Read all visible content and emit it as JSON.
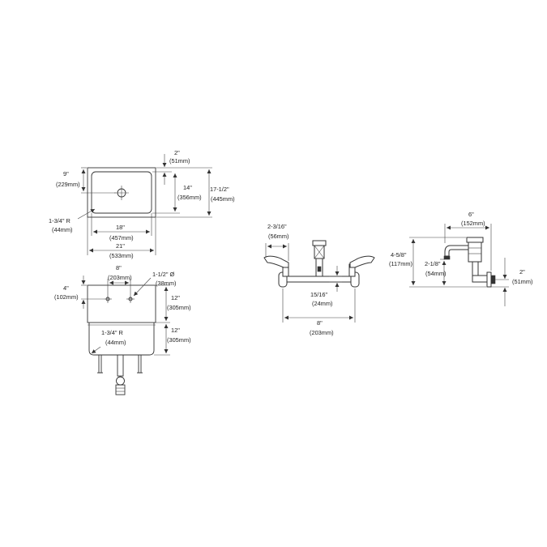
{
  "sink_top_view": {
    "dim_depth_offset": {
      "imperial": "2\"",
      "metric": "(51mm)"
    },
    "dim_drain_offset": {
      "imperial": "9\"",
      "metric": "(229mm)"
    },
    "dim_bowl_depth": {
      "imperial": "14\"",
      "metric": "(356mm)"
    },
    "dim_overall_depth": {
      "imperial": "17-1/2\"",
      "metric": "(445mm)"
    },
    "dim_corner_radius": {
      "imperial": "1-3/4\" R",
      "metric": "(44mm)"
    },
    "dim_bowl_width": {
      "imperial": "18\"",
      "metric": "(457mm)"
    },
    "dim_overall_width": {
      "imperial": "21\"",
      "metric": "(533mm)"
    }
  },
  "sink_front_view": {
    "dim_faucet_centers": {
      "imperial": "8\"",
      "metric": "(203mm)"
    },
    "dim_hole_diameter": {
      "imperial": "1-1/2\" Ø",
      "metric": "(38mm)"
    },
    "dim_hole_height": {
      "imperial": "4\"",
      "metric": "(102mm)"
    },
    "dim_backsplash_height": {
      "imperial": "12\"",
      "metric": "(305mm)"
    },
    "dim_bowl_height": {
      "imperial": "12\"",
      "metric": "(305mm)"
    },
    "dim_corner_radius": {
      "imperial": "1-3/4\" R",
      "metric": "(44mm)"
    }
  },
  "faucet_front_view": {
    "dim_handle_width": {
      "imperial": "2-3/16\"",
      "metric": "(56mm)"
    },
    "dim_spout_offset": {
      "imperial": "15/16\"",
      "metric": "(24mm)"
    },
    "dim_centers": {
      "imperial": "8\"",
      "metric": "(203mm)"
    }
  },
  "faucet_side_view": {
    "dim_spout_reach": {
      "imperial": "6\"",
      "metric": "(152mm)"
    },
    "dim_overall_height": {
      "imperial": "4-5/8\"",
      "metric": "(117mm)"
    },
    "dim_spout_height": {
      "imperial": "2-1/8\"",
      "metric": "(54mm)"
    },
    "dim_inlet_height": {
      "imperial": "2\"",
      "metric": "(51mm)"
    }
  },
  "colors": {
    "line": "#333333",
    "text": "#222222",
    "background": "#ffffff"
  }
}
